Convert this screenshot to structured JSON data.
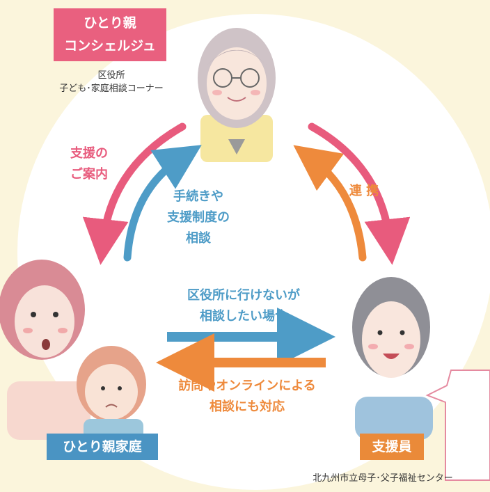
{
  "colors": {
    "pink": "#e85b7d",
    "blue": "#4e9cc7",
    "orange": "#ee8a3c",
    "label_pink": "#e9607f",
    "label_blue": "#4a94c3",
    "label_orange": "#ea8a39"
  },
  "concierge": {
    "title_line1": "ひとり親",
    "title_line2": "コンシェルジュ",
    "place_line1": "区役所",
    "place_line2": "子ども･家庭相談コーナー"
  },
  "family": {
    "label": "ひとり親家庭"
  },
  "supporter": {
    "label": "支援員",
    "place": "北九州市立母子･父子福祉センター"
  },
  "flows": {
    "guidance_line1": "支援の",
    "guidance_line2": "ご案内",
    "consult_line1": "手続きや",
    "consult_line2": "支援制度の",
    "consult_line3": "相談",
    "cooperation": "連 携",
    "to_supporter_line1": "区役所に行けないが",
    "to_supporter_line2": "相談したい場合",
    "to_family_line1": "訪問やオンラインによる",
    "to_family_line2": "相談にも対応"
  }
}
